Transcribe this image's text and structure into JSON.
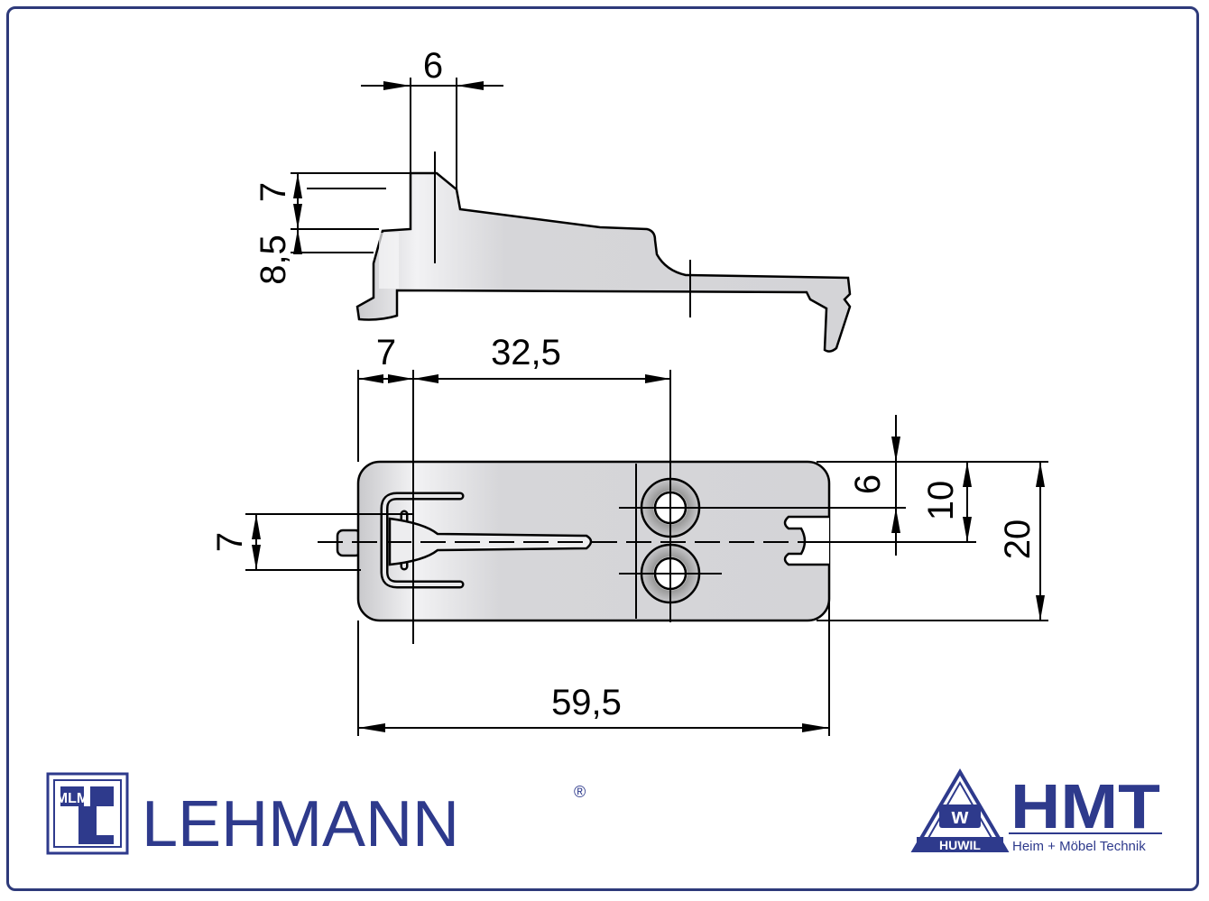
{
  "drawing": {
    "dimensions": {
      "side_width": "6",
      "side_height_top": "7",
      "side_height_bottom": "8,5",
      "plan_offset_left": "7",
      "plan_hole_distance": "32,5",
      "plan_total_length": "59,5",
      "plan_slot_width": "7",
      "plan_hole_spacing": "6",
      "plan_center_height": "10",
      "plan_total_width": "20"
    }
  },
  "logos": {
    "lehmann": {
      "emblem_text": "MLM",
      "name": "LEHMANN",
      "registered": "®",
      "color": "#2e3a8c"
    },
    "hmt": {
      "triangle_letter": "w",
      "triangle_label": "HUWIL",
      "name": "HMT",
      "tagline": "Heim + Möbel Technik",
      "color": "#2e3a8c"
    }
  },
  "colors": {
    "frame": "#2e3a7a",
    "part_fill": "#d9d9dc"
  }
}
